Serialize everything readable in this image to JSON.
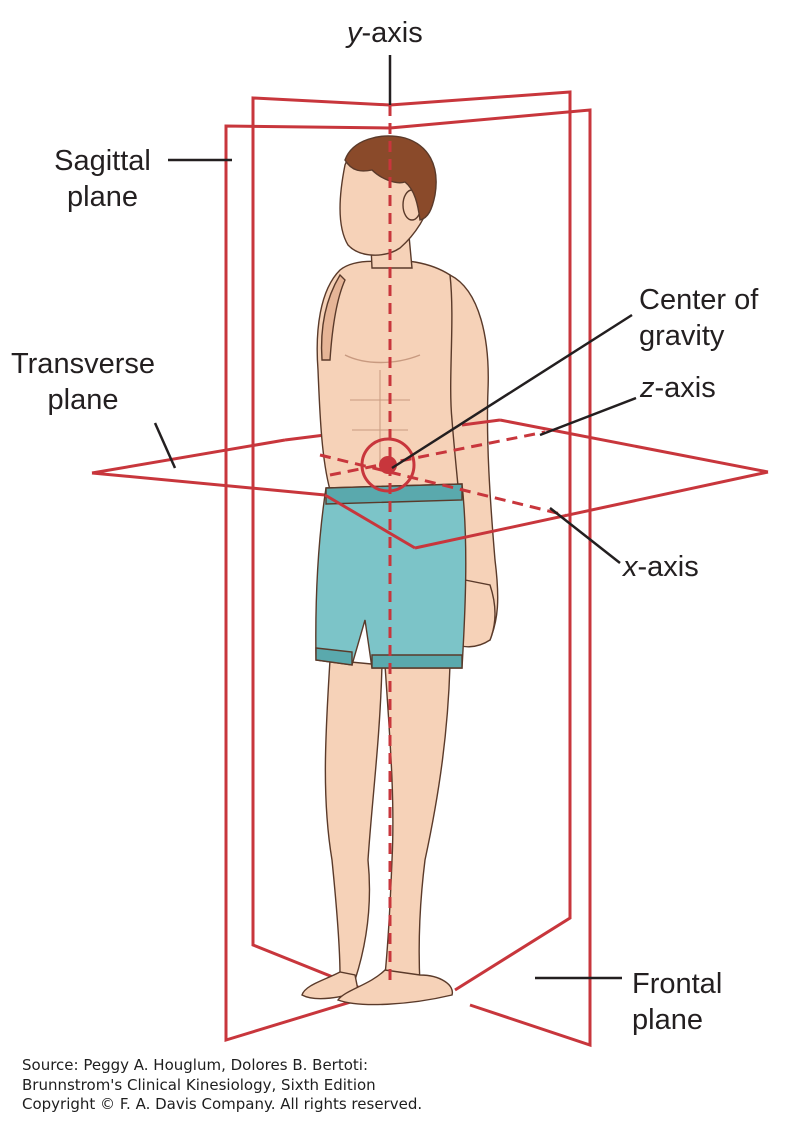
{
  "labels": {
    "y_axis": {
      "italic": "y",
      "rest": "-axis"
    },
    "z_axis": {
      "italic": "z",
      "rest": "-axis"
    },
    "x_axis": {
      "italic": "x",
      "rest": "-axis"
    },
    "sagittal": [
      "Sagittal",
      "plane"
    ],
    "transverse": [
      "Transverse",
      "plane"
    ],
    "center_of_gravity": [
      "Center of",
      "gravity"
    ],
    "frontal": [
      "Frontal",
      "plane"
    ]
  },
  "source": [
    "Source: Peggy A. Houglum, Dolores B. Bertoti:",
    "Brunnstrom's Clinical Kinesiology, Sixth Edition",
    "Copyright © F. A. Davis Company. All rights reserved."
  ],
  "colors": {
    "plane_line": "#c8363c",
    "leader_line": "#231f20",
    "skin": "#f6d2b8",
    "skin_shadow": "#e6b597",
    "hair": "#8a4a2a",
    "shorts": "#7cc4c8",
    "shorts_shadow": "#5aa9ad"
  }
}
